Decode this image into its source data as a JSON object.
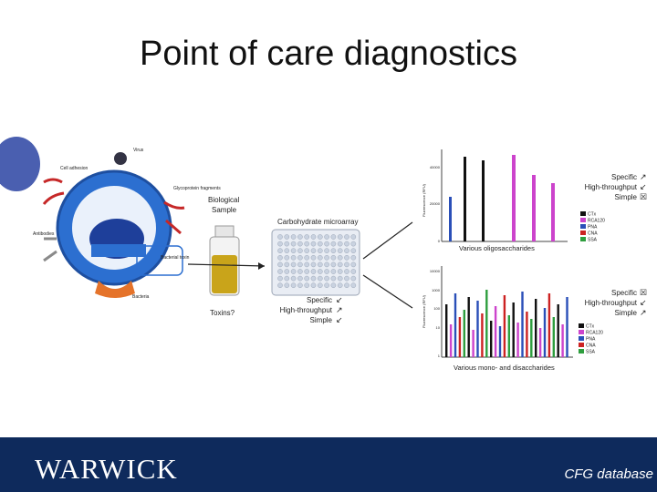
{
  "slide": {
    "title": "Point of care diagnostics",
    "footer_logo": "WARWICK",
    "footer_credit": "CFG database"
  },
  "cell_figure": {
    "labels": [
      "Virus",
      "Cell adhesion",
      "Glycoprotein fragments",
      "Antibodies",
      "Bacterial toxin",
      "Bacteria"
    ]
  },
  "sample": {
    "label_line1": "Biological",
    "label_line2": "Sample",
    "toxins_label": "Toxins?"
  },
  "microarray": {
    "label": "Carbohydrate microarray",
    "criteria": [
      {
        "text": "Specific",
        "mark": "↙"
      },
      {
        "text": "High-throughput",
        "mark": "↗"
      },
      {
        "text": "Simple",
        "mark": "↙"
      }
    ]
  },
  "top_chart": {
    "xlabel": "Various oligosaccharides",
    "ylabel": "Fluorescence (RFU)",
    "ticks": [
      "40000",
      "20000",
      "0"
    ],
    "criteria": [
      {
        "text": "Specific",
        "mark": "↗"
      },
      {
        "text": "High-throughput",
        "mark": "↙"
      },
      {
        "text": "Simple",
        "mark": "☒"
      }
    ],
    "legend": [
      {
        "name": "CTx",
        "color": "#111111"
      },
      {
        "name": "RCA120",
        "color": "#cc44cc"
      },
      {
        "name": "PNA",
        "color": "#2a4fb8"
      },
      {
        "name": "CNA",
        "color": "#cc2222"
      },
      {
        "name": "SSA",
        "color": "#2e9e3e"
      }
    ]
  },
  "bottom_chart": {
    "xlabel": "Various mono- and disaccharides",
    "ylabel": "Fluorescence (RFU)",
    "ticks": [
      "10000",
      "1000",
      "100",
      "10",
      "1"
    ],
    "criteria": [
      {
        "text": "Specific",
        "mark": "☒"
      },
      {
        "text": "High-throughput",
        "mark": "↙"
      },
      {
        "text": "Simple",
        "mark": "↗"
      }
    ],
    "legend": [
      {
        "name": "CTx",
        "color": "#111111"
      },
      {
        "name": "RCA120",
        "color": "#cc44cc"
      },
      {
        "name": "PNA",
        "color": "#2a4fb8"
      },
      {
        "name": "CNA",
        "color": "#cc2222"
      },
      {
        "name": "SSA",
        "color": "#2e9e3e"
      }
    ]
  },
  "colors": {
    "footer": "#0e2a5c",
    "cell": "#2c6fd0",
    "magenta": "#cc44cc",
    "black": "#111111",
    "blue": "#2a4fb8"
  }
}
